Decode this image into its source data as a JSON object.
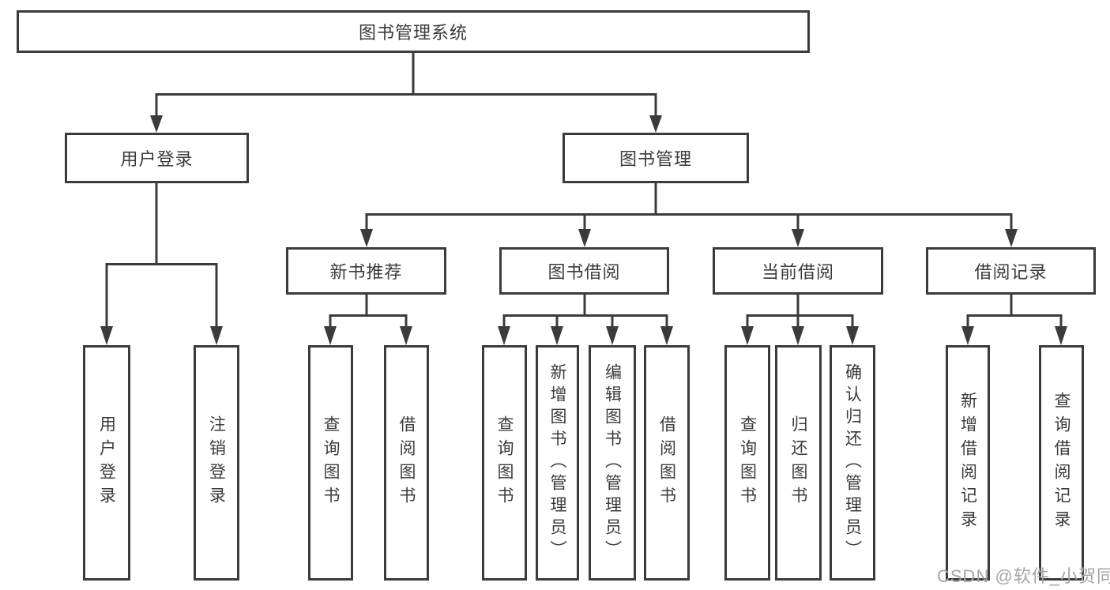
{
  "diagram": {
    "root": {
      "label": "图书管理系统"
    },
    "branches": [
      {
        "label": "用户登录",
        "children": [
          {
            "label": "用户登录"
          },
          {
            "label": "注销登录"
          }
        ]
      },
      {
        "label": "图书管理",
        "children": [
          {
            "label": "新书推荐",
            "children": [
              {
                "label": "查询图书"
              },
              {
                "label": "借阅图书"
              }
            ]
          },
          {
            "label": "图书借阅",
            "children": [
              {
                "label": "查询图书"
              },
              {
                "label": "新增图书（管理员）"
              },
              {
                "label": "编辑图书（管理员）"
              },
              {
                "label": "借阅图书"
              }
            ]
          },
          {
            "label": "当前借阅",
            "children": [
              {
                "label": "查询图书"
              },
              {
                "label": "归还图书"
              },
              {
                "label": "确认归还（管理员）"
              }
            ]
          },
          {
            "label": "借阅记录",
            "children": [
              {
                "label": "新增借阅记录"
              },
              {
                "label": "查询借阅记录"
              }
            ]
          }
        ]
      }
    ]
  },
  "watermark": "CSDN @软件_小贺同学",
  "colors": {
    "line": "#3b3b3b",
    "text": "#3b3b3b",
    "background": "#ffffff",
    "watermark": "#a5a5a5"
  }
}
